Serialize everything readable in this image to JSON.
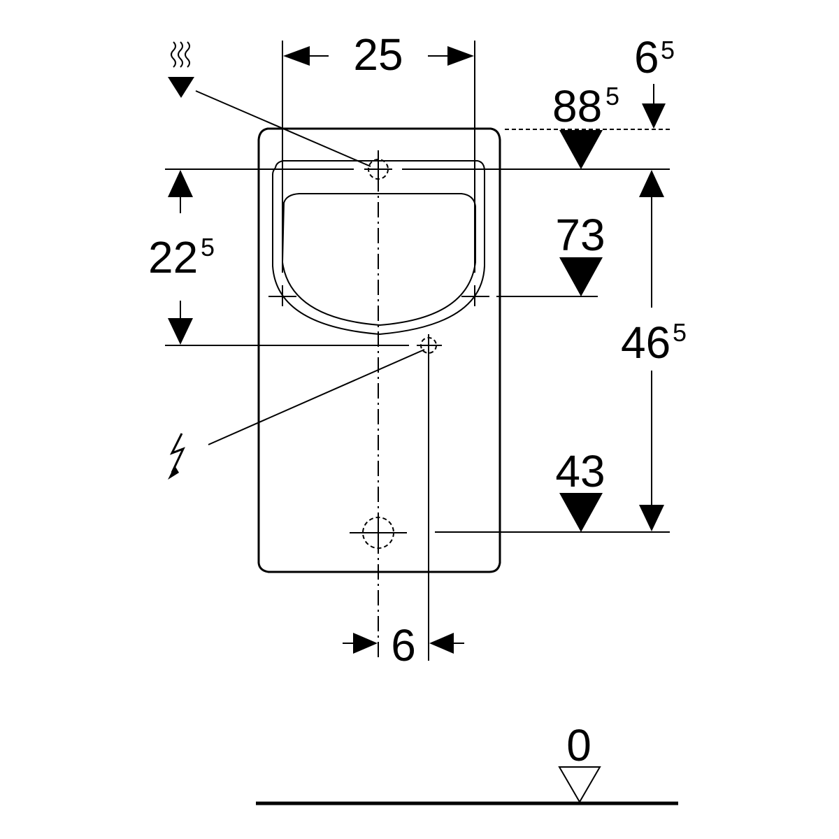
{
  "dimensions": {
    "width_top": "25",
    "offset_top_main": "6",
    "offset_top_sup": "5",
    "height_top_main": "88",
    "height_top_sup": "5",
    "height_rim": "73",
    "height_bottom": "43",
    "inlet_to_connection_main": "22",
    "inlet_to_connection_sup": "5",
    "inlet_to_outlet_main": "46",
    "inlet_to_outlet_sup": "5",
    "electrical_offset": "6",
    "floor_level": "0"
  },
  "symbols": {
    "water_inlet": "water-inlet-icon",
    "electrical": "electrical-connection-icon"
  },
  "colors": {
    "line": "#000000",
    "background": "#ffffff"
  }
}
